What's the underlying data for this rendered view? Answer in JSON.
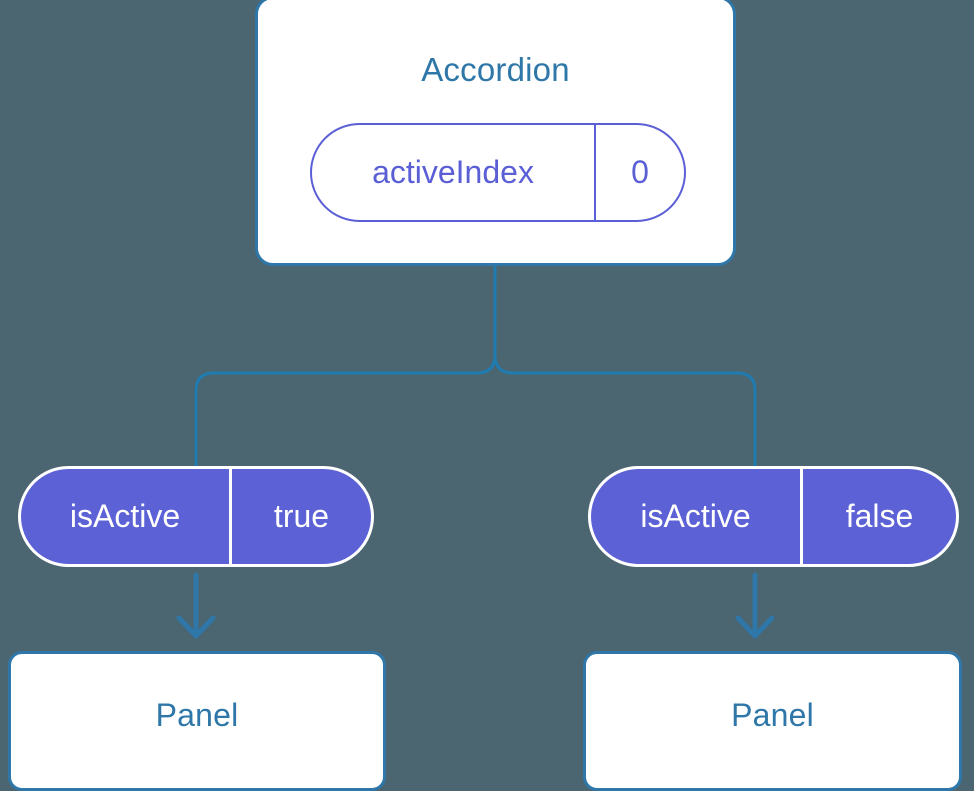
{
  "diagram": {
    "background_color": "#4b6571",
    "connector_color": "#1f7bb0",
    "parent": {
      "title": "Accordion",
      "title_color": "#2e77a8",
      "border_color": "#2e77a8",
      "state_pill": {
        "key": "activeIndex",
        "value": "0",
        "outline_color": "#5b5fd6"
      }
    },
    "branches": [
      {
        "prop_pill": {
          "key": "isActive",
          "value": "true",
          "fill_color": "#5c62d6",
          "text_color": "#ffffff"
        },
        "child": {
          "title": "Panel",
          "title_color": "#2e77a8",
          "border_color": "#2e77a8"
        },
        "arrow": "down-arrow-icon"
      },
      {
        "prop_pill": {
          "key": "isActive",
          "value": "false",
          "fill_color": "#5c62d6",
          "text_color": "#ffffff"
        },
        "child": {
          "title": "Panel",
          "title_color": "#2e77a8",
          "border_color": "#2e77a8"
        },
        "arrow": "down-arrow-icon"
      }
    ]
  }
}
